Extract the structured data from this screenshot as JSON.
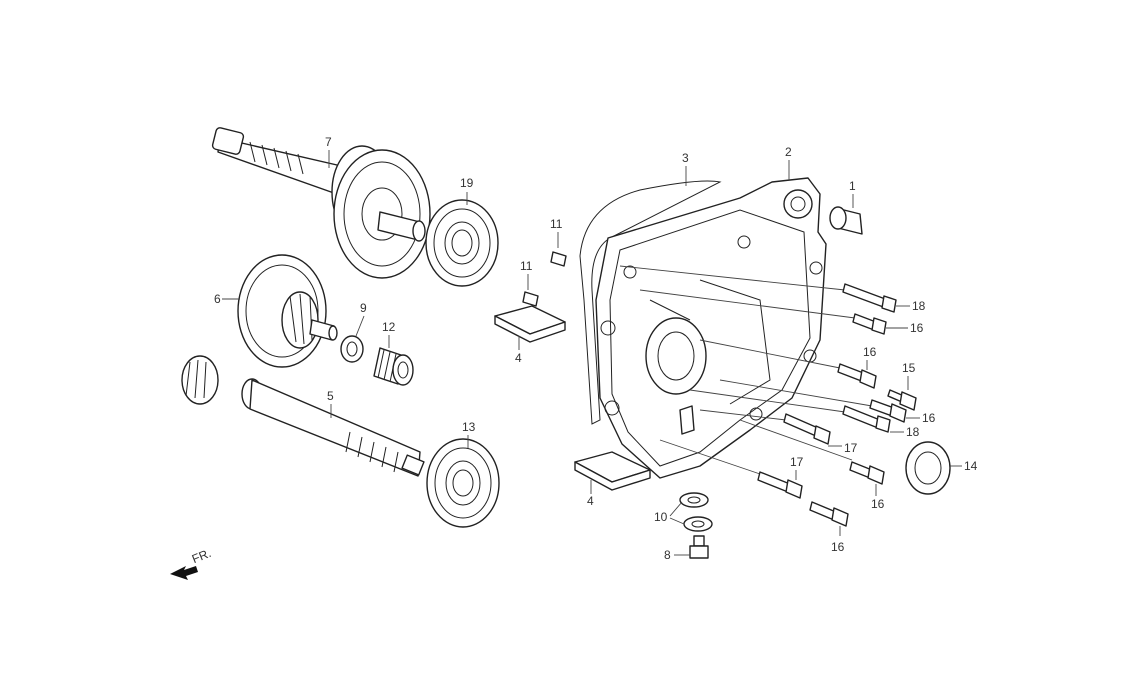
{
  "diagram": {
    "callouts": {
      "c1": "1",
      "c2": "2",
      "c3": "3",
      "c4a": "4",
      "c4b": "4",
      "c5": "5",
      "c6": "6",
      "c7": "7",
      "c8": "8",
      "c9": "9",
      "c10": "10",
      "c11a": "11",
      "c11b": "11",
      "c12": "12",
      "c13": "13",
      "c14": "14",
      "c15": "15",
      "c16a": "16",
      "c16b": "16",
      "c16c": "16",
      "c16d": "16",
      "c16e": "16",
      "c17a": "17",
      "c17b": "17",
      "c18a": "18",
      "c18b": "18",
      "c19": "19"
    },
    "direction_label": "FR."
  }
}
